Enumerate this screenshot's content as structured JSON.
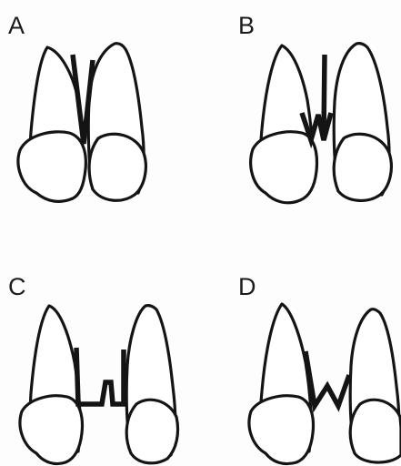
{
  "panels": [
    {
      "label": "A"
    },
    {
      "label": "B"
    },
    {
      "label": "C"
    },
    {
      "label": "D"
    }
  ],
  "colors": {
    "line": "#141414",
    "background": "#fdfdfd"
  }
}
